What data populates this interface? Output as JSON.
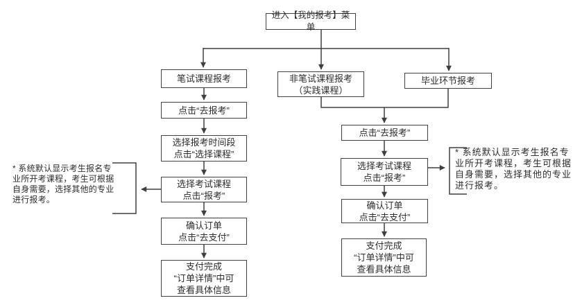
{
  "flowchart": {
    "root": {
      "label": "进入【我的报考】菜单"
    },
    "branches": [
      {
        "label": "笔试课程报考"
      },
      {
        "label": "非笔试课程报考\n（实践课程）"
      },
      {
        "label": "毕业环节报考"
      }
    ],
    "written_flow": [
      {
        "label": "点击“去报考”"
      },
      {
        "label": "选择报考时间段\n点击“选择课程”"
      },
      {
        "label": "选择考试课程\n点击“报考”"
      },
      {
        "label": "确认订单\n点击“去支付”"
      },
      {
        "label": "支付完成\n“订单详情”中可\n查看具体信息"
      }
    ],
    "practical_flow": [
      {
        "label": "点击“去报考”"
      },
      {
        "label": "选择考试课程\n点击“报考”"
      },
      {
        "label": "确认订单\n点击“去支付”"
      },
      {
        "label": "支付完成\n“订单详情”中可\n查看具体信息"
      }
    ],
    "notes": {
      "left": "* 系统默认显示考生报名专\n业所开考课程，考生可根据\n自身需要，选择其他的专业\n进行报考。",
      "right": "* 系统默认显示考生报名专\n业所开考课程，考生可根据\n自身需要，选择其他的专业\n进行报考。"
    },
    "colors": {
      "line": "#3f3f3f",
      "box_border": "#3f3f3f",
      "box_fill": "#ffffff",
      "text": "#2d2d2d",
      "background": "#ffffff"
    }
  }
}
